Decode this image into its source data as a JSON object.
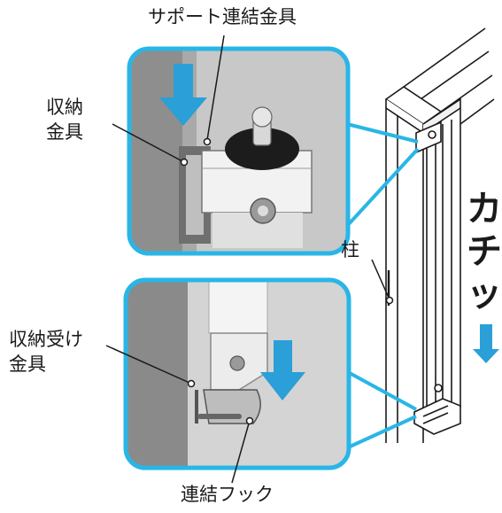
{
  "labels": {
    "support_bracket": "サポート連結金具",
    "storage_bracket_line1": "収納",
    "storage_bracket_line2": "金具",
    "storage_receiver_line1": "収納受け",
    "storage_receiver_line2": "金具",
    "post": "柱",
    "hook": "連結フック",
    "sound_chars": [
      "カ",
      "チ",
      "ッ"
    ]
  },
  "colors": {
    "callout_frame": "#29b6e6",
    "arrow": "#2a9fd8",
    "photo_bg": "#c9c9c9",
    "line": "#1a1a1a"
  }
}
